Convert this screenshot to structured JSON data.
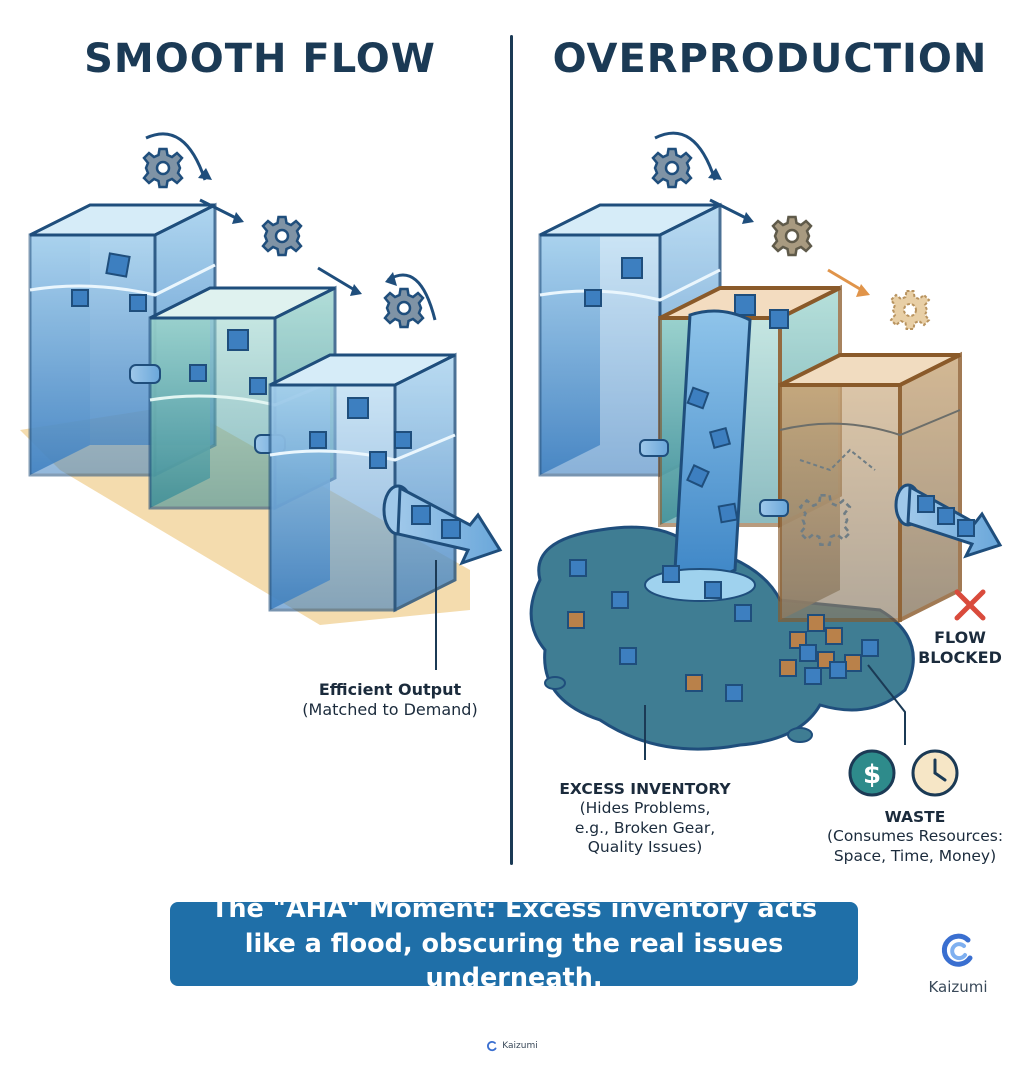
{
  "headings": {
    "left": "SMOOTH FLOW",
    "right": "OVERPRODUCTION"
  },
  "captions": {
    "efficient_output": {
      "title": "Efficient Output",
      "detail": "(Matched to Demand)"
    },
    "flow_blocked": {
      "line1": "FLOW",
      "line2": "BLOCKED"
    },
    "excess_inventory": {
      "title": "EXCESS INVENTORY",
      "line1": "(Hides Problems,",
      "line2": "e.g., Broken Gear,",
      "line3": "Quality Issues)"
    },
    "waste": {
      "title": "WASTE",
      "line1": "(Consumes Resources:",
      "line2": "Space, Time, Money)"
    }
  },
  "banner": {
    "text": "The \"AHA\" Moment: Excess inventory acts like a flood, obscuring the real issues underneath."
  },
  "brand": {
    "name": "Kaizumi",
    "footer_name": "Kaizumi"
  },
  "icons": {
    "gear": "gear-icon",
    "dollar": "dollar-icon",
    "clock": "clock-icon",
    "x_mark": "x-mark-icon",
    "arrow": "arrow-icon"
  },
  "colors": {
    "navy": "#1b3a55",
    "water_blue": "#4f93cf",
    "teal": "#5aa9a8",
    "tank_orange": "#d9a86a",
    "banner": "#1f6fa8",
    "flood": "#3f7d93",
    "x_red": "#d94b3c",
    "money_green": "#2e8b8b"
  }
}
